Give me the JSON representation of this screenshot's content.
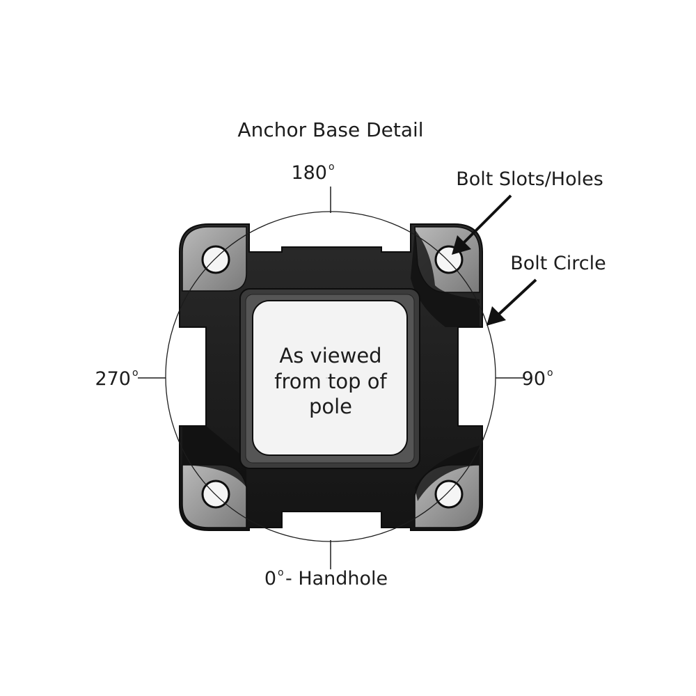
{
  "diagram": {
    "title": "Anchor Base Detail",
    "angles": {
      "top": "180",
      "right": "90",
      "left": "270",
      "bottom": "0",
      "bottom_suffix": " - Handhole",
      "degree_mark": "o"
    },
    "callouts": {
      "bolt_slots": "Bolt Slots/Holes",
      "bolt_circle": "Bolt Circle"
    },
    "center_text": [
      "As viewed",
      "from top of",
      "pole"
    ]
  },
  "colors": {
    "background": "#ffffff",
    "base_dark": "#1b1b1b",
    "base_mid": "#3a3a3a",
    "corner_tab": "#8e8e8e",
    "bore": "#f2f2f2",
    "line": "#1c1c1c"
  }
}
